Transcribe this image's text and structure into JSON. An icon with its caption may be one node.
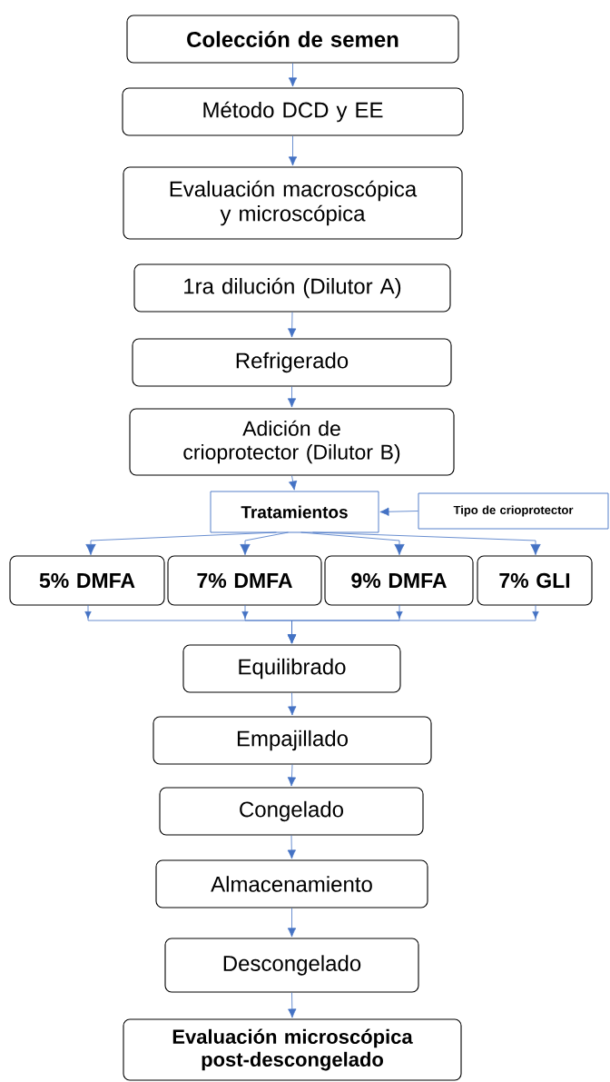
{
  "diagram": {
    "nodes": [
      {
        "text": [
          "Colección de semen"
        ]
      },
      {
        "text": [
          "Método DCD y EE"
        ]
      },
      {
        "text": [
          "Evaluación macroscópica y microscópica"
        ]
      },
      {
        "text": [
          "1ra dilución (Dilutor A)"
        ]
      },
      {
        "text": [
          "Refrigerado"
        ]
      },
      {
        "text": [
          "Adición de crioprotector (Dilutor B)"
        ]
      },
      {
        "text": [
          "Tratamientos"
        ]
      },
      {
        "text": [
          "Tipo de crioprotector"
        ]
      },
      {
        "text": [
          "5% DMFA"
        ]
      },
      {
        "text": [
          "7% DMFA"
        ]
      },
      {
        "text": [
          "9% DMFA"
        ]
      },
      {
        "text": [
          "7% GLI"
        ]
      },
      {
        "text": [
          "Equilibrado"
        ]
      },
      {
        "text": [
          "Empajillado"
        ]
      },
      {
        "text": [
          "Congelado"
        ]
      },
      {
        "text": [
          "Almacenamiento"
        ]
      },
      {
        "text": [
          "Descongelado"
        ]
      },
      {
        "text": [
          "Evaluación microscópica post-descongelado"
        ]
      }
    ],
    "edges": [
      {
        "from": 0,
        "to": 1,
        "arrow": "to"
      },
      {
        "from": 1,
        "to": 2,
        "arrow": "to"
      },
      {
        "from": 3,
        "to": 4,
        "arrow": "to"
      },
      {
        "from": 4,
        "to": 5,
        "arrow": "to"
      },
      {
        "from": 5,
        "to": 6,
        "arrow": "to"
      },
      {
        "from": 7,
        "to": 6,
        "arrow": "to"
      },
      {
        "from": 6,
        "to": 8,
        "arrow": "to"
      },
      {
        "from": 6,
        "to": 9,
        "arrow": "to"
      },
      {
        "from": 6,
        "to": 10,
        "arrow": "to"
      },
      {
        "from": 6,
        "to": 11,
        "arrow": "to"
      },
      {
        "from": 8,
        "to": 12,
        "arrow": "to"
      },
      {
        "from": 9,
        "to": 12,
        "arrow": "to"
      },
      {
        "from": 10,
        "to": 12,
        "arrow": "to"
      },
      {
        "from": 11,
        "to": 12,
        "arrow": "to"
      },
      {
        "from": 12,
        "to": 13,
        "arrow": "to"
      },
      {
        "from": 13,
        "to": 14,
        "arrow": "to"
      },
      {
        "from": 14,
        "to": 15,
        "arrow": "to"
      },
      {
        "from": 15,
        "to": 16,
        "arrow": "to"
      },
      {
        "from": 16,
        "to": 17,
        "arrow": "to"
      }
    ]
  }
}
